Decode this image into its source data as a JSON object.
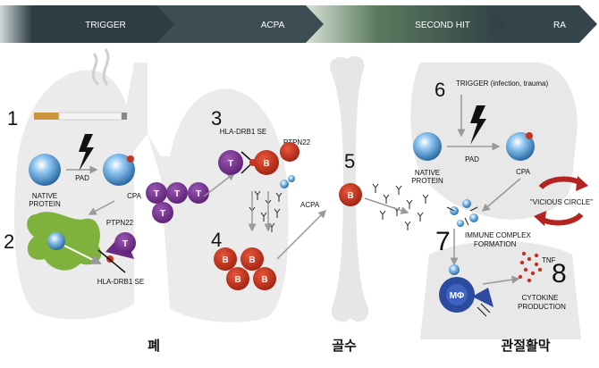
{
  "stages": [
    "TRIGGER",
    "ACPA",
    "SECOND HIT",
    "RA"
  ],
  "steps": [
    "1",
    "2",
    "3",
    "4",
    "5",
    "6",
    "7",
    "8"
  ],
  "labels": {
    "native_protein_1": "NATIVE",
    "native_protein_2": "PROTEIN",
    "pad": "PAD",
    "cpa": "CPA",
    "ptpn22": "PTPN22",
    "hla": "HLA-DRB1 SE",
    "acpa": "ACPA",
    "t": "T",
    "b": "B",
    "trigger_info": "TRIGGER (infection, trauma)",
    "vicious": "\"VICIOUS CIRCLE\"",
    "ic1": "IMMUNE COMPLEX",
    "ic2": "FORMATION",
    "mphi": "MΦ",
    "tnf": "TNF",
    "cyto1": "CYTOKINE",
    "cyto2": "PRODUCTION"
  },
  "organs": {
    "lung": "폐",
    "bone_marrow": "골수",
    "joint": "관절활막"
  },
  "colors": {
    "t_cell": "#6b2a82",
    "b_cell": "#c8321e",
    "synovium": "#7fb13d",
    "macrophage": "#2b4aa0",
    "vicious": "#b42222",
    "header_dark": "#2e3d44"
  }
}
